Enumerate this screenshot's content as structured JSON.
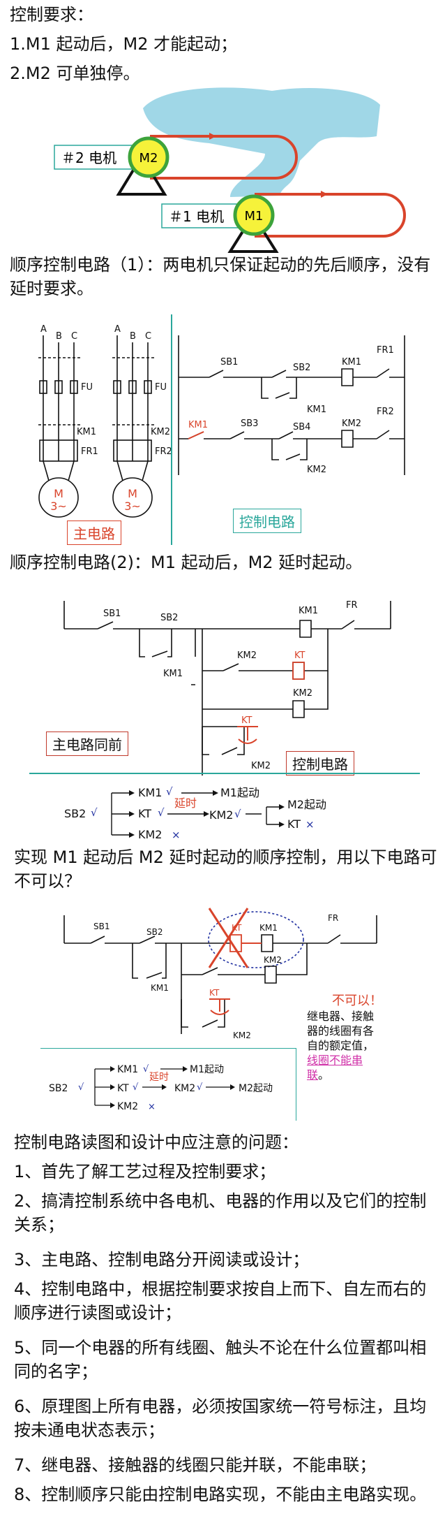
{
  "section1": {
    "title": "控制要求：",
    "items": [
      "1.M1 起动后，M2 才能起动；",
      "2.M2 可单独停。"
    ],
    "motor2_label": "＃2  电机",
    "motor2_tag": "M2",
    "motor1_label": "＃1  电机",
    "motor1_tag": "M1"
  },
  "section2": {
    "heading": "顺序控制电路（1）：两电机只保证起动的先后顺序，没有延时要求。",
    "main_phases": [
      "A",
      "B",
      "C"
    ],
    "main": {
      "fu": "FU",
      "km1": "KM1",
      "km2": "KM2",
      "fr1": "FR1",
      "fr2": "FR2",
      "motor_m": "M",
      "motor_sub": "3~"
    },
    "main_caption": "主电路",
    "ctrl": {
      "sb1": "SB1",
      "sb2": "SB2",
      "km1": "KM1",
      "fr1": "FR1",
      "km1_contact": "KM1",
      "sb3": "SB3",
      "sb4": "SB4",
      "km2": "KM2",
      "fr2": "FR2",
      "km1_hold": "KM1",
      "km2_hold": "KM2"
    },
    "ctrl_caption": "控制电路"
  },
  "section3": {
    "heading": "顺序控制电路(2)：M1 起动后，M2 延时起动。",
    "ctrl": {
      "sb1": "SB1",
      "sb2": "SB2",
      "km1_coil": "KM1",
      "fr": "FR",
      "km1_hold": "KM1",
      "km2_contact": "KM2",
      "kt_coil": "KT",
      "km2_coil": "KM2",
      "kt_contact": "KT",
      "km2_hold": "KM2"
    },
    "note_main": "主电路同前",
    "note_ctrl": "控制电路",
    "flow": {
      "sb2": "SB2",
      "check": "√",
      "km1": "KM1",
      "m1": "M1起动",
      "kt": "KT",
      "delay": "延时",
      "km2": "KM2",
      "cross": "×",
      "m2": "M2起动",
      "kt2": "KT",
      "km2b": "KM2"
    }
  },
  "section4": {
    "heading": "实现 M1 起动后 M2 延时起动的顺序控制，用以下电路可不可以？",
    "ctrl": {
      "sb1": "SB1",
      "sb2": "SB2",
      "kt_coil": "KT",
      "km1_coil": "KM1",
      "fr": "FR",
      "km1_hold": "KM1",
      "kt_contact": "KT",
      "km2_coil": "KM2",
      "km2_hold": "KM2"
    },
    "warn_title": "不可以！",
    "warn_body": "继电器、接触器的线圈有各自的额定值，",
    "warn_link": "线圈不能串联",
    "warn_end": "。",
    "flow": {
      "sb2": "SB2",
      "check": "√",
      "km1": "KM1",
      "m1": "M1起动",
      "kt": "KT",
      "delay": "延时",
      "km2": "KM2",
      "m2": "M2起动",
      "km2b": "KM2",
      "cross": "×"
    }
  },
  "section5": {
    "title": "控制电路读图和设计中应注意的问题：",
    "items": [
      "1、首先了解工艺过程及控制要求；",
      "2、搞清控制系统中各电机、电器的作用以及它们的控制关系；",
      "3、主电路、控制电路分开阅读或设计；",
      "4、控制电路中，根据控制要求按自上而下、自左而右的顺序进行读图或设计；",
      "5、同一个电器的所有线圈、触头不论在什么位置都叫相同的名字；",
      "6、原理图上所有电器，必须按国家统一符号标注，且均按未通电状态表示；",
      "7、继电器、接触器的线圈只能并联，不能串联；",
      "8、控制顺序只能由控制电路实现，不能由主电路实现。"
    ]
  },
  "colors": {
    "belt": "#d9442b",
    "motor_fill": "#f6f23a",
    "motor_ring": "#3da33b",
    "coal": "#8fd0e3",
    "accent_red": "#d9442b",
    "teal": "#2aa79b",
    "blue": "#1f2fa0",
    "magenta": "#d030a8"
  }
}
